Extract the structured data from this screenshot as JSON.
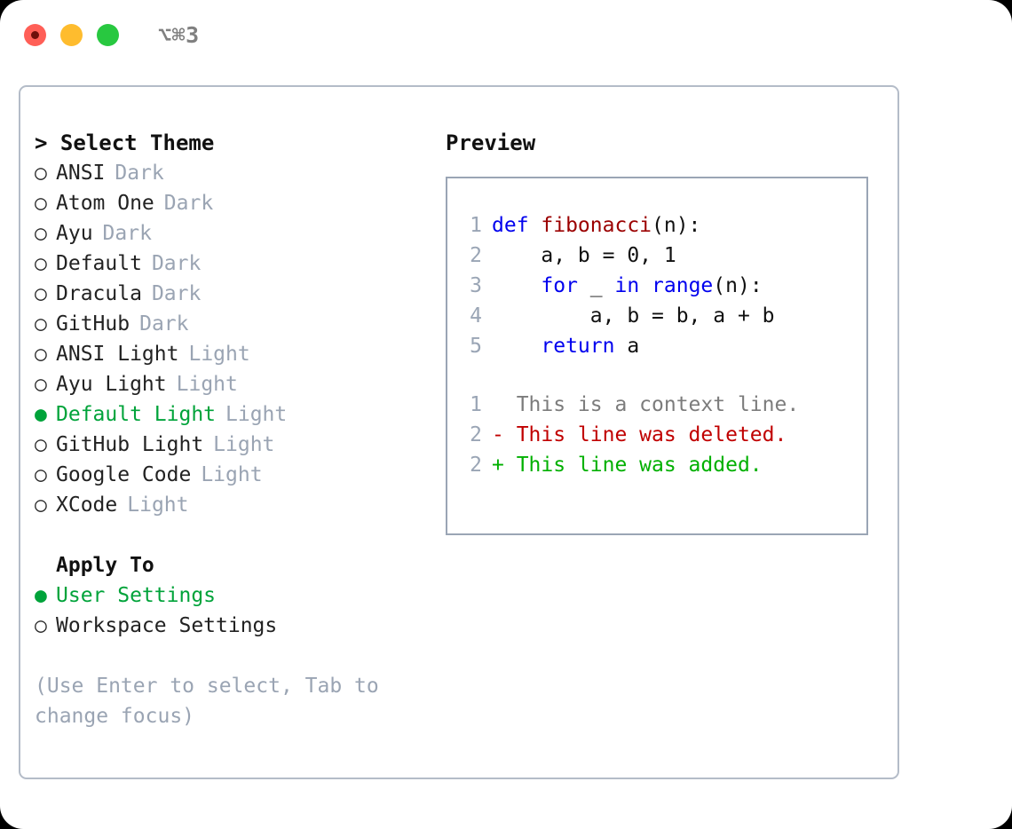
{
  "window": {
    "title": "⌥⌘3",
    "traffic_lights": [
      {
        "name": "close",
        "color": "#ff5f57"
      },
      {
        "name": "minimize",
        "color": "#febc2e"
      },
      {
        "name": "zoom",
        "color": "#28c840"
      }
    ]
  },
  "theme_picker": {
    "heading": "> Select Theme",
    "marker_selected": "●",
    "marker_unselected": "○",
    "accent_color": "#00a33a",
    "badge_color": "#9aa4b3",
    "items": [
      {
        "label": "ANSI",
        "badge": "Dark",
        "selected": false
      },
      {
        "label": "Atom One",
        "badge": "Dark",
        "selected": false
      },
      {
        "label": "Ayu",
        "badge": "Dark",
        "selected": false
      },
      {
        "label": "Default",
        "badge": "Dark",
        "selected": false
      },
      {
        "label": "Dracula",
        "badge": "Dark",
        "selected": false
      },
      {
        "label": "GitHub",
        "badge": "Dark",
        "selected": false
      },
      {
        "label": "ANSI Light",
        "badge": "Light",
        "selected": false
      },
      {
        "label": "Ayu Light",
        "badge": "Light",
        "selected": false
      },
      {
        "label": "Default Light",
        "badge": "Light",
        "selected": true
      },
      {
        "label": "GitHub Light",
        "badge": "Light",
        "selected": false
      },
      {
        "label": "Google Code",
        "badge": "Light",
        "selected": false
      },
      {
        "label": "XCode",
        "badge": "Light",
        "selected": false
      }
    ]
  },
  "apply_to": {
    "heading": "Apply To",
    "items": [
      {
        "label": "User Settings",
        "selected": true
      },
      {
        "label": "Workspace Settings",
        "selected": false
      }
    ]
  },
  "hint": "(Use Enter to select, Tab to change focus)",
  "preview": {
    "title": "Preview",
    "code": [
      {
        "lineno": "1",
        "tokens": [
          {
            "text": "def ",
            "type": "kw"
          },
          {
            "text": "fibonacci",
            "type": "fn"
          },
          {
            "text": "(n):",
            "type": "pl"
          }
        ]
      },
      {
        "lineno": "2",
        "tokens": [
          {
            "text": "    a, b = 0, 1",
            "type": "pl"
          }
        ]
      },
      {
        "lineno": "3",
        "tokens": [
          {
            "text": "    ",
            "type": "pl"
          },
          {
            "text": "for",
            "type": "kw"
          },
          {
            "text": " _ ",
            "type": "pl"
          },
          {
            "text": "in",
            "type": "kw"
          },
          {
            "text": " ",
            "type": "pl"
          },
          {
            "text": "range",
            "type": "kw"
          },
          {
            "text": "(n):",
            "type": "pl"
          }
        ]
      },
      {
        "lineno": "4",
        "tokens": [
          {
            "text": "        a, b = b, a + b",
            "type": "pl"
          }
        ]
      },
      {
        "lineno": "5",
        "tokens": [
          {
            "text": "    ",
            "type": "pl"
          },
          {
            "text": "return",
            "type": "kw"
          },
          {
            "text": " a",
            "type": "pl"
          }
        ]
      }
    ],
    "diff": [
      {
        "lineno": "1",
        "sign": "  ",
        "text": "This is a context line.",
        "kind": "ctx"
      },
      {
        "lineno": "2",
        "sign": "- ",
        "text": "This line was deleted.",
        "kind": "del"
      },
      {
        "lineno": "2",
        "sign": "+ ",
        "text": "This line was added.",
        "kind": "add"
      }
    ],
    "colors": {
      "keyword": "#0000ee",
      "function": "#9b0000",
      "lineno": "#9aa5b5",
      "diff_context": "#7c7c7c",
      "diff_deleted": "#c00000",
      "diff_added": "#00b000"
    }
  }
}
